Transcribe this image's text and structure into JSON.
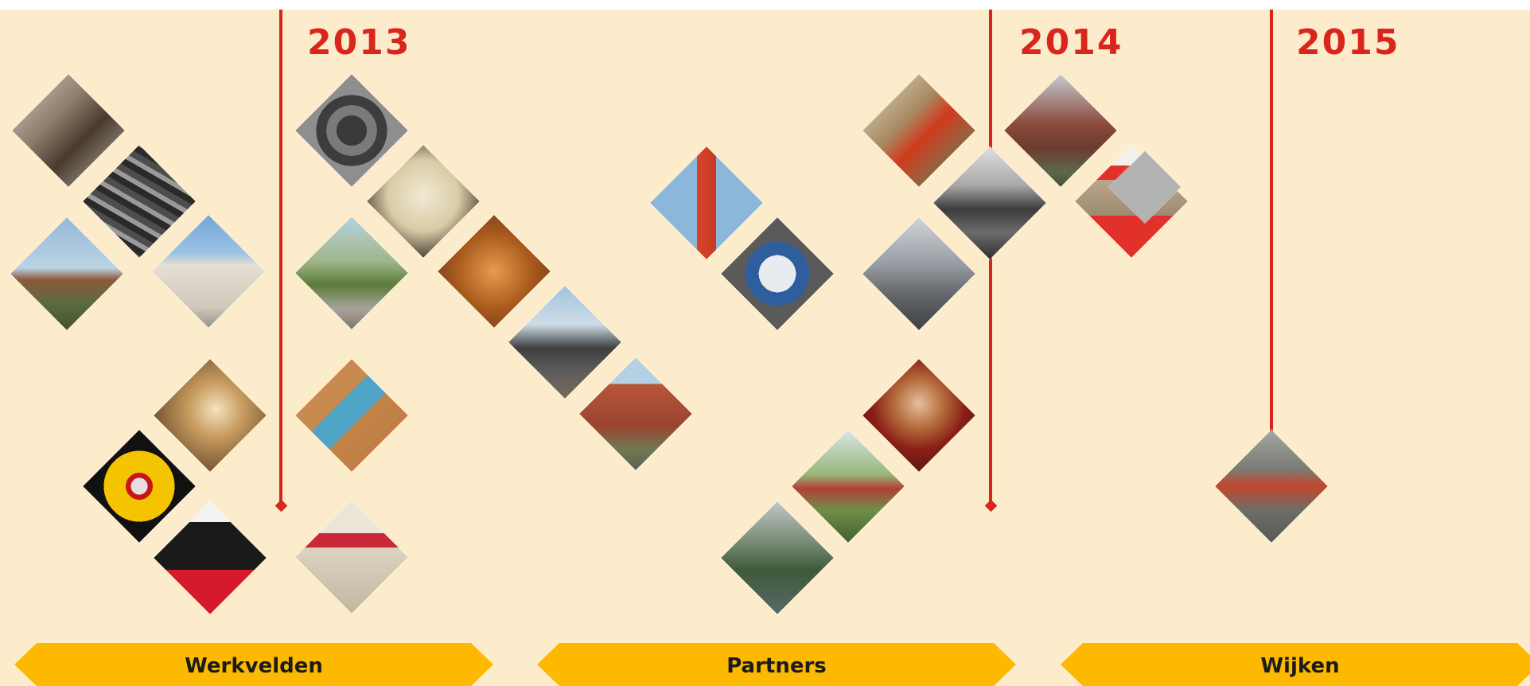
{
  "years": [
    {
      "label": "2013"
    },
    {
      "label": "2014"
    },
    {
      "label": "2015"
    }
  ],
  "nav": {
    "werkvelden": "Werkvelden",
    "partners": "Partners",
    "wijken": "Wijken"
  },
  "colors": {
    "background": "#fdeccb",
    "accent_red": "#d9261c",
    "button_yellow": "#fcb900"
  },
  "tiles": [
    {
      "name": "interior-photo"
    },
    {
      "name": "aerial-factory-photo"
    },
    {
      "name": "water-tower-photo"
    },
    {
      "name": "stadhuis-photo"
    },
    {
      "name": "painting-city-photo"
    },
    {
      "name": "utrecht-sun-logo"
    },
    {
      "name": "werken-kunst-poster"
    },
    {
      "name": "spiral-stone-photo"
    },
    {
      "name": "statue-head-photo"
    },
    {
      "name": "tree-lane-photo"
    },
    {
      "name": "carved-wood-photo"
    },
    {
      "name": "old-map-photo"
    },
    {
      "name": "ortic-poster"
    },
    {
      "name": "industrial-chimneys-photo"
    },
    {
      "name": "brick-houses-photo"
    },
    {
      "name": "domtoren-photo"
    },
    {
      "name": "shield-emblem-photo"
    },
    {
      "name": "pond-garden-photo"
    },
    {
      "name": "info-board-photo"
    },
    {
      "name": "artist-painting-photo"
    },
    {
      "name": "flood-photo"
    },
    {
      "name": "grey-tower-photo"
    },
    {
      "name": "pope-portrait-photo"
    },
    {
      "name": "church-street-photo"
    },
    {
      "name": "exhibition-banner-photo"
    },
    {
      "name": "grey-tile"
    },
    {
      "name": "workers-street-photo"
    }
  ]
}
